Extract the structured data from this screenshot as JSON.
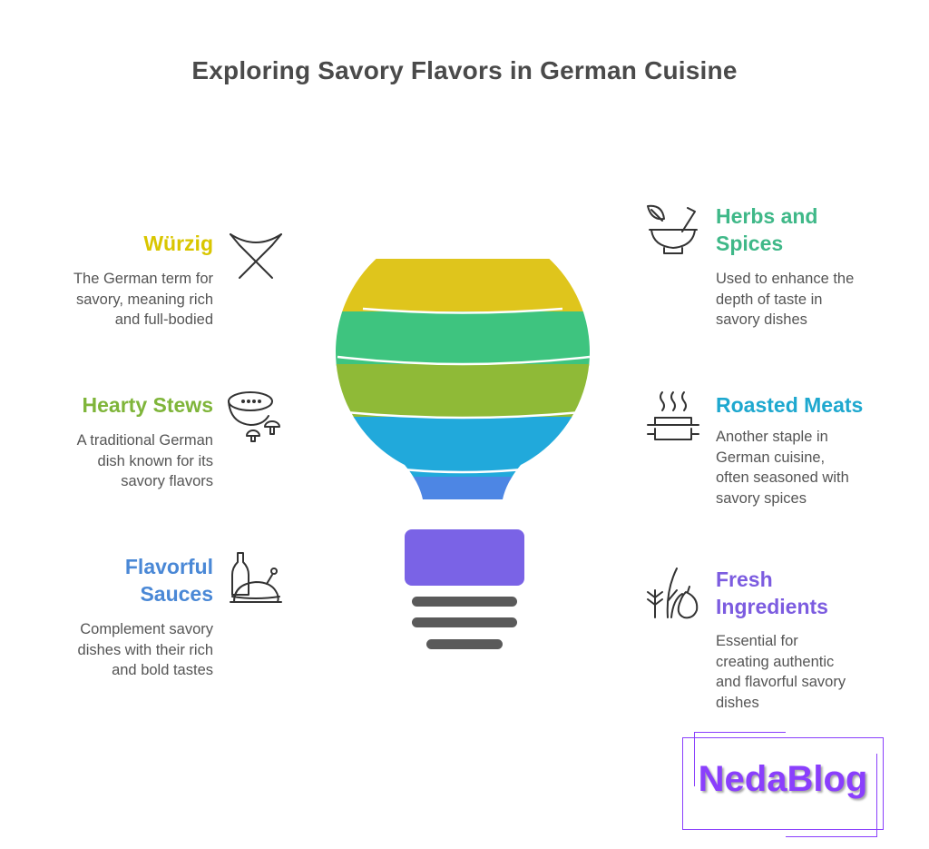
{
  "title": "Exploring Savory Flavors in German Cuisine",
  "items": {
    "wurzig": {
      "title": "Würzig",
      "desc": [
        "The German term for",
        "savory, meaning rich",
        "and full-bodied"
      ],
      "color": "#d9c600",
      "icon": "camp-stool-icon"
    },
    "stews": {
      "title": "Hearty Stews",
      "desc": [
        "A traditional German",
        "dish known for its",
        "savory flavors"
      ],
      "color": "#7fb53a",
      "icon": "stew-bowl-mushrooms-icon"
    },
    "sauces": {
      "title": [
        "Flavorful",
        "Sauces"
      ],
      "desc": [
        "Complement savory",
        "dishes with their rich",
        "and bold tastes"
      ],
      "color": "#4a88d6",
      "icon": "roast-chicken-bottle-icon"
    },
    "herbs": {
      "title": [
        "Herbs and",
        "Spices"
      ],
      "desc": [
        "Used to enhance the",
        "depth of taste in",
        "savory dishes"
      ],
      "color": "#3fb888",
      "icon": "mortar-pestle-leaf-icon"
    },
    "meats": {
      "title": "Roasted Meats",
      "desc": [
        "Another staple in",
        "German cuisine,",
        "often seasoned with",
        "savory spices"
      ],
      "color": "#1ea8cf",
      "icon": "hot-roasting-pan-icon"
    },
    "fresh": {
      "title": [
        "Fresh",
        "Ingredients"
      ],
      "desc": [
        "Essential for",
        "creating authentic",
        "and flavorful savory",
        "dishes"
      ],
      "color": "#7c5ce0",
      "icon": "vegetables-icon"
    }
  },
  "bulb_colors": [
    "#dfc51c",
    "#3ec47f",
    "#8fba37",
    "#21a9db",
    "#4d86e4",
    "#7a63e6"
  ],
  "bulb_base_color": "#5a5a5a",
  "watermark": {
    "text": "NedaBlog",
    "color": "#8a3ffc"
  }
}
